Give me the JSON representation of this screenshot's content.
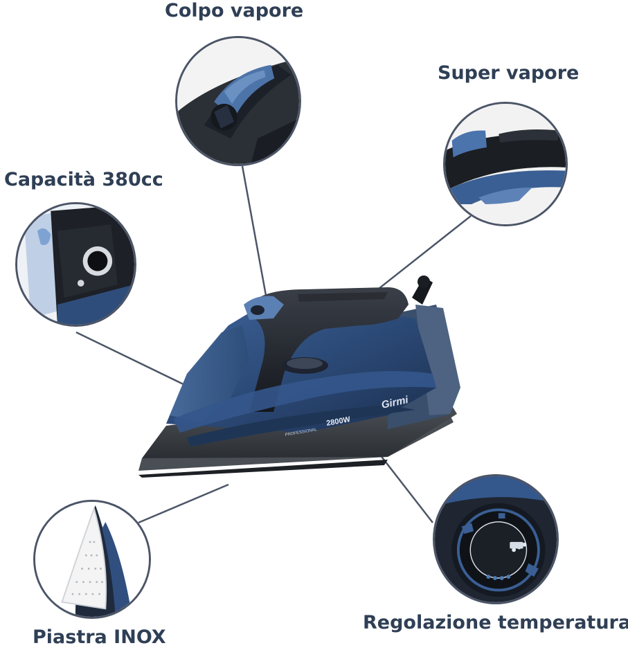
{
  "labels": {
    "colpo_vapore": "Colpo vapore",
    "super_vapore": "Super vapore",
    "capacita": "Capacità 380cc",
    "piastra": "Piastra INOX",
    "regolazione": "Regolazione temperatura"
  },
  "iron": {
    "brand": "Girmi",
    "power": "2800W",
    "series": "PROFESSIONAL"
  },
  "colors": {
    "label_text": "#2f3f55",
    "iron_blue": "#2c4a78",
    "iron_dark": "#23272e",
    "callout_border": "#4c5567",
    "leader_line": "#4c5567"
  }
}
